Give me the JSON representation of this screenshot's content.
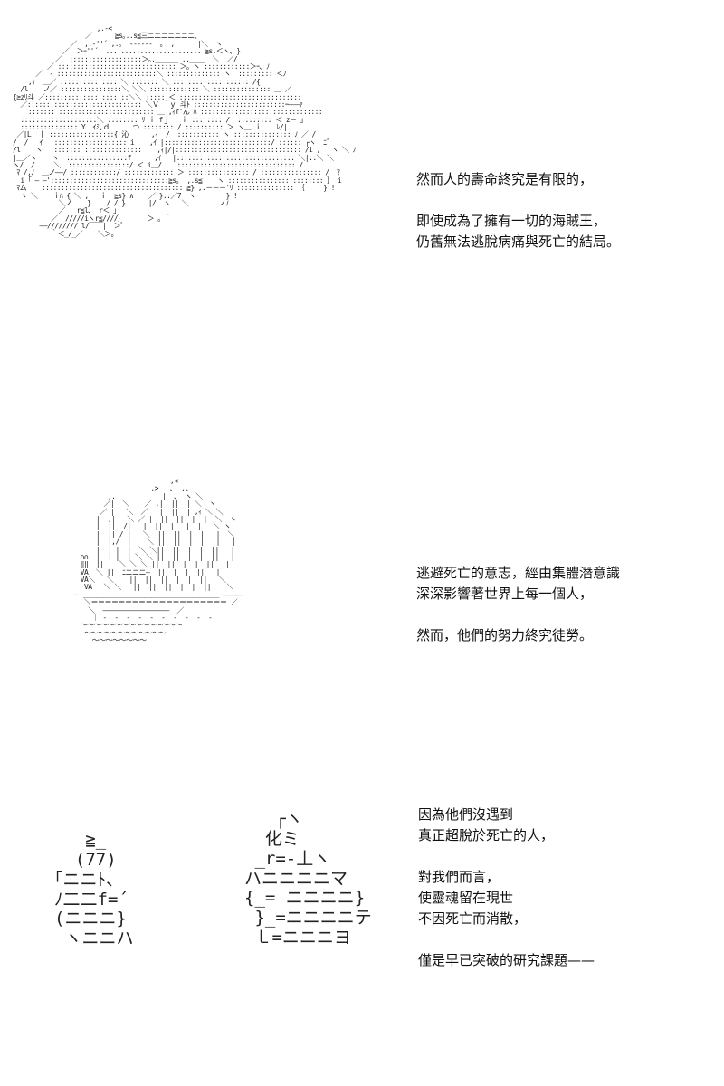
{
  "section_1": {
    "caption": [
      "然而人的壽命終究是有限的，",
      "",
      "即使成為了擁有一切的海賊王，",
      "仍舊無法逃脫病痛與死亡的結局。"
    ]
  },
  "section_2": {
    "caption": [
      "逃避死亡的意志，經由集體潛意識",
      "深深影響著世界上每一個人，",
      "",
      "然而，他們的努力終究徒勞。"
    ]
  },
  "section_3": {
    "caption": [
      "因為他們沒遇到",
      "真正超脫於死亡的人，",
      "",
      "對我們而言，",
      "使靈魂留在現世",
      "不因死亡而消散，",
      "",
      "僅是早已突破的研究課題——"
    ]
  },
  "art": {
    "pirate": "                      ,.-<\n                   ／      ≧s｡..s≦三ニニニニニニニ､\n               ／  ,.-''´ ,.｡  ------  ｡  ,      |＼  ヽ\n             ／  ＞ｰ''´  ......................... ≧s.＜ヽ､ }\n           ／  :::::::::::::::::::＞｡.______ ..____  ＼  ／/\n         ／ ::::::::::::::::::::::::::::::: ＞｡ ヽ ::::::::::::＞ｰ､ ﾉ\n      ／  ｨ ::::::::::::::::::::::::::＼ :::::::::::::: ヽ  ::::::::: ＜ﾉ\n    ,ｨ  ＿／ ::::::::::::::::＼ ::::::: ＼ :::::::::::::::::::: /{\n  /l    ノ／ ::::::::::::::::＼ ＼＼ ::::::::::::: ＼ ::::::::::::::: ＿ ／\n{≧zﾘ斗 ／::::::::::::::::::::::＼＼ ::::: ＜ ::::::::::::::::::::::::::::::::\n  ／:::::: ::::::::::::::::::::::: ＼Ｖ ｀ｙ 斗ﾄ ::::::::::::::::::::::::ｰ―――ｧ\n    ::::::: ::::::::::::::::::::::::: ＿ ,ｨf'ん ﾊ ::::::::::::::::::::::::::::::::\n  ::::::::::::::::::::＼ :::::::: ﾘ ｉ fｊ   ｉ :::::::::/  ::::::::: ＜ z－ ｣\n  ::::::::::::::: Y  ｲﾐ,ｄ      つ :::::::: / :::::::::: ＞ ヽ＿ ｉ    ﾚ/|\n ／|L_ 丨 :::::::::::::::::{ 沁      ,ｨ  /  ::::::::::: ヽ ::::::::::::::: ﾉ ／ /\n/  /   ｲ   ::::::::::::::::::: i    ,ｲ |::::::::::::::::::::::::::::/ :::::: ┌ヽ  ﾆﾞ\n/l    ヽ  :::::::: :::::::::::::::    ,ｨ|/|::::::::::::::::::::::::::::::::: /i ,   ヽ ＼ ﾉ\n|＿／ヽ    ヽ  ::::::::::::::::f      ,ｲ   |::::::::::::::::::::::::::::::: ＼|::＼ ＼\nヽ/  /     ＼  ::::::::::::::::/ ＜ i＿/    ::::::::::::::::::::::::::::::: /\n ﾏ /,ﾉ  ＿ノ――/ ::::::::::::/ ::::::::::::: ＞ :::::::::::::::: / :::::::::::::::: /  ﾏ\n  i ｢ ― ―':::::::::::::::::::::::::::::::≧s｡  ,.s≦    ヽ ::::::::::::::::::::::::: ｝ i\n ﾏム    ::::::::::::::::::::::::::::::::::::: ≧} ,.－－－'ﾘ ::::::::::::::: ｛     } !\n  ヽ ＼    ｉﾊ { ＼ ,   ｉ  ≧s} ∧    ／ }::／7  ヽ        } !\n            ＼ノ    }    / / }      |/  ヽ   ＼        ノﾉ\n            ／   r≦l､  r＜_｣\n          ／  /////iヽr≦////｝      ＞ ｡ ｀\n       ――//////// l/￣￣|  ＞ﾞ\n          ｀＜_/_／    ＼＞｡",
    "ship": "                         ,<\n                    ,>   ､  ,,\n         ,.         _  |  ､  ヽ ＼\n        ／|  ＼    ／ ,|  ||  | ＼  ヽ\n       ／ |   ＼  ／   |  ||  | ,ｨ ＼ ＼\n      |  ,|   ＼ ／ |  ||  ||  |  |  ＼  ヽ\n      |  ||  /|   |  ||  ||  |  |   ＼ ヽ\n      |  || / |   ＼  ||  ||  |  |  ||  ＼\n      |  |,/  |    ＼ ||  ||  |  |  ||   |\n      |  | |  |  ＼ ＼||  ||  |  |  ||   |\n  ∩∩  |  | |  | ＼ ＼ ||  ||  |  |  ||   |\n  ‖‖  ||    ＼ ＼ ＼ ||  ||  |  |  ||   |\n  VA  ＼ ||  ﾆニニニ―  ||  |  |  ||   |\n  VA＼   ＼    ||  ||  ||  |  |  ||   ＼\n   VA   ＼ ＼   ||  ||  ||  |  |  ||    ＼\n－ ＿＿＿＿＿＿＿＿＿＿＿＿＿＿＿＿＿＿＿＿ ―――――\n   ＼＝＝＝＝＝＝＝＝＝＝＝＝＝＝＝＝＝＝＝＝ ／\n    ＼  ―――――――――――――――――  ／\n     ｜ -  -  -  -  -  -  -  -  -  -\n  ～～～～～～～～～～～～～～～\n   ～～～～～～～～～～～～\n     ～～～～～～～～",
    "figure_a": "   ≧_\n  (77)\n｢ニニﾄ、\nﾉ二二f=´\n(ニニニ}\n ヽニニハ",
    "figure_b": "   ┌ヽ\n  化ミ\n _r=-丄ヽ\nハニニニニマ\n{_= ニニニニ}\n }_=ニニニニテ\n ㇄=ニニニヨ"
  }
}
